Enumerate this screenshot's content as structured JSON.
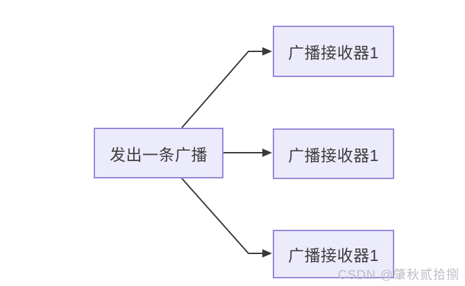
{
  "diagram": {
    "source_node": {
      "label": "发出一条广播"
    },
    "receiver_nodes": [
      {
        "label": "广播接收器1"
      },
      {
        "label": "广播接收器1"
      },
      {
        "label": "广播接收器1"
      }
    ],
    "edges": [
      {
        "from": "source_node",
        "to": "receiver_nodes.0"
      },
      {
        "from": "source_node",
        "to": "receiver_nodes.1"
      },
      {
        "from": "source_node",
        "to": "receiver_nodes.2"
      }
    ],
    "colors": {
      "node_fill": "#ECEBFB",
      "node_border": "#9688D8",
      "arrow": "#3A3A3A",
      "text": "#3D3D3D",
      "watermark": "#BCBCC6"
    }
  },
  "watermark": {
    "text": "CSDN @肇秋贰拾捌"
  }
}
